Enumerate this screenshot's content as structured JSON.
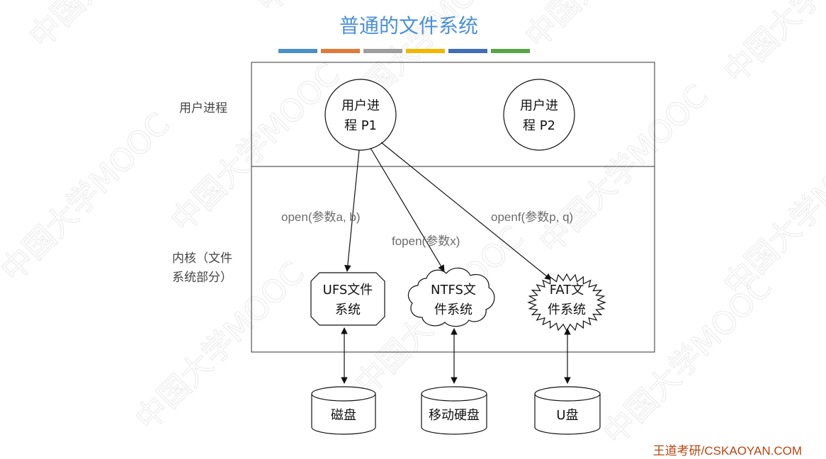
{
  "title": "普通的文件系统",
  "title_bar_colors": [
    "#4a90c8",
    "#e07b39",
    "#9e9e9e",
    "#f2b705",
    "#3f6fb5",
    "#5aa646"
  ],
  "sections": {
    "user": "用户进程",
    "kernel_line1": "内核（文件",
    "kernel_line2": "系统部分）"
  },
  "processes": {
    "p1": {
      "line1": "用户进",
      "line2": "程 P1"
    },
    "p2": {
      "line1": "用户进",
      "line2": "程 P2"
    }
  },
  "calls": {
    "open": "open(参数a, b)",
    "fopen": "fopen(参数x)",
    "openf": "openf(参数p, q)"
  },
  "filesystems": {
    "ufs": {
      "line1": "UFS文件",
      "line2": "系统"
    },
    "ntfs": {
      "line1": "NTFS文",
      "line2": "件系统"
    },
    "fat": {
      "line1": "FAT文",
      "line2": "件系统"
    }
  },
  "devices": {
    "disk": "磁盘",
    "removable": "移动硬盘",
    "usb": "U盘"
  },
  "footer": "王道考研/CSKAOYAN.COM",
  "watermark": "中国大学MOOC"
}
